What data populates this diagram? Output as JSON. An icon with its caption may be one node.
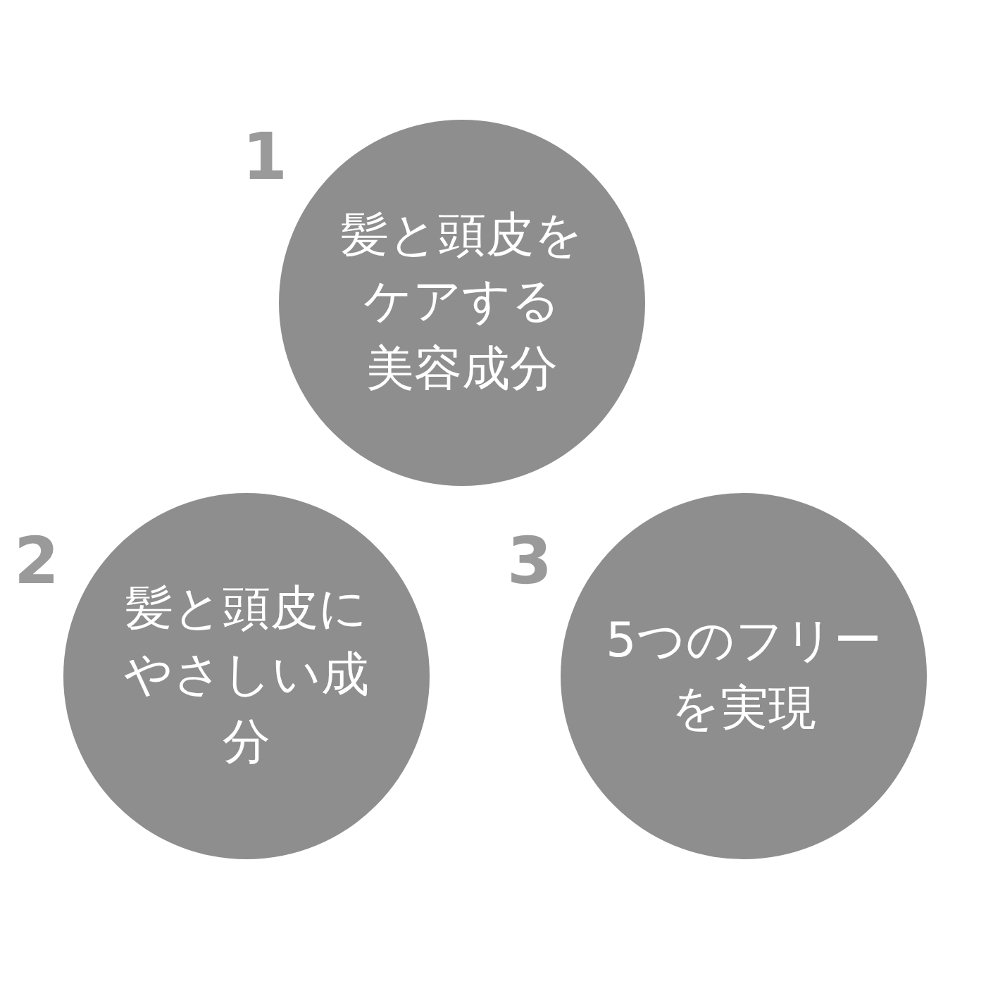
{
  "diagram": {
    "nodes": [
      {
        "text": [
          "髪と頭皮をケアする美容成分"
        ],
        "beside": [
          "1"
        ]
      },
      {
        "text": [
          "髪と頭皮にやさしい成分"
        ],
        "beside": [
          "2"
        ]
      },
      {
        "text": [
          "5つのフリーを実現"
        ],
        "beside": [
          "3"
        ]
      }
    ]
  }
}
